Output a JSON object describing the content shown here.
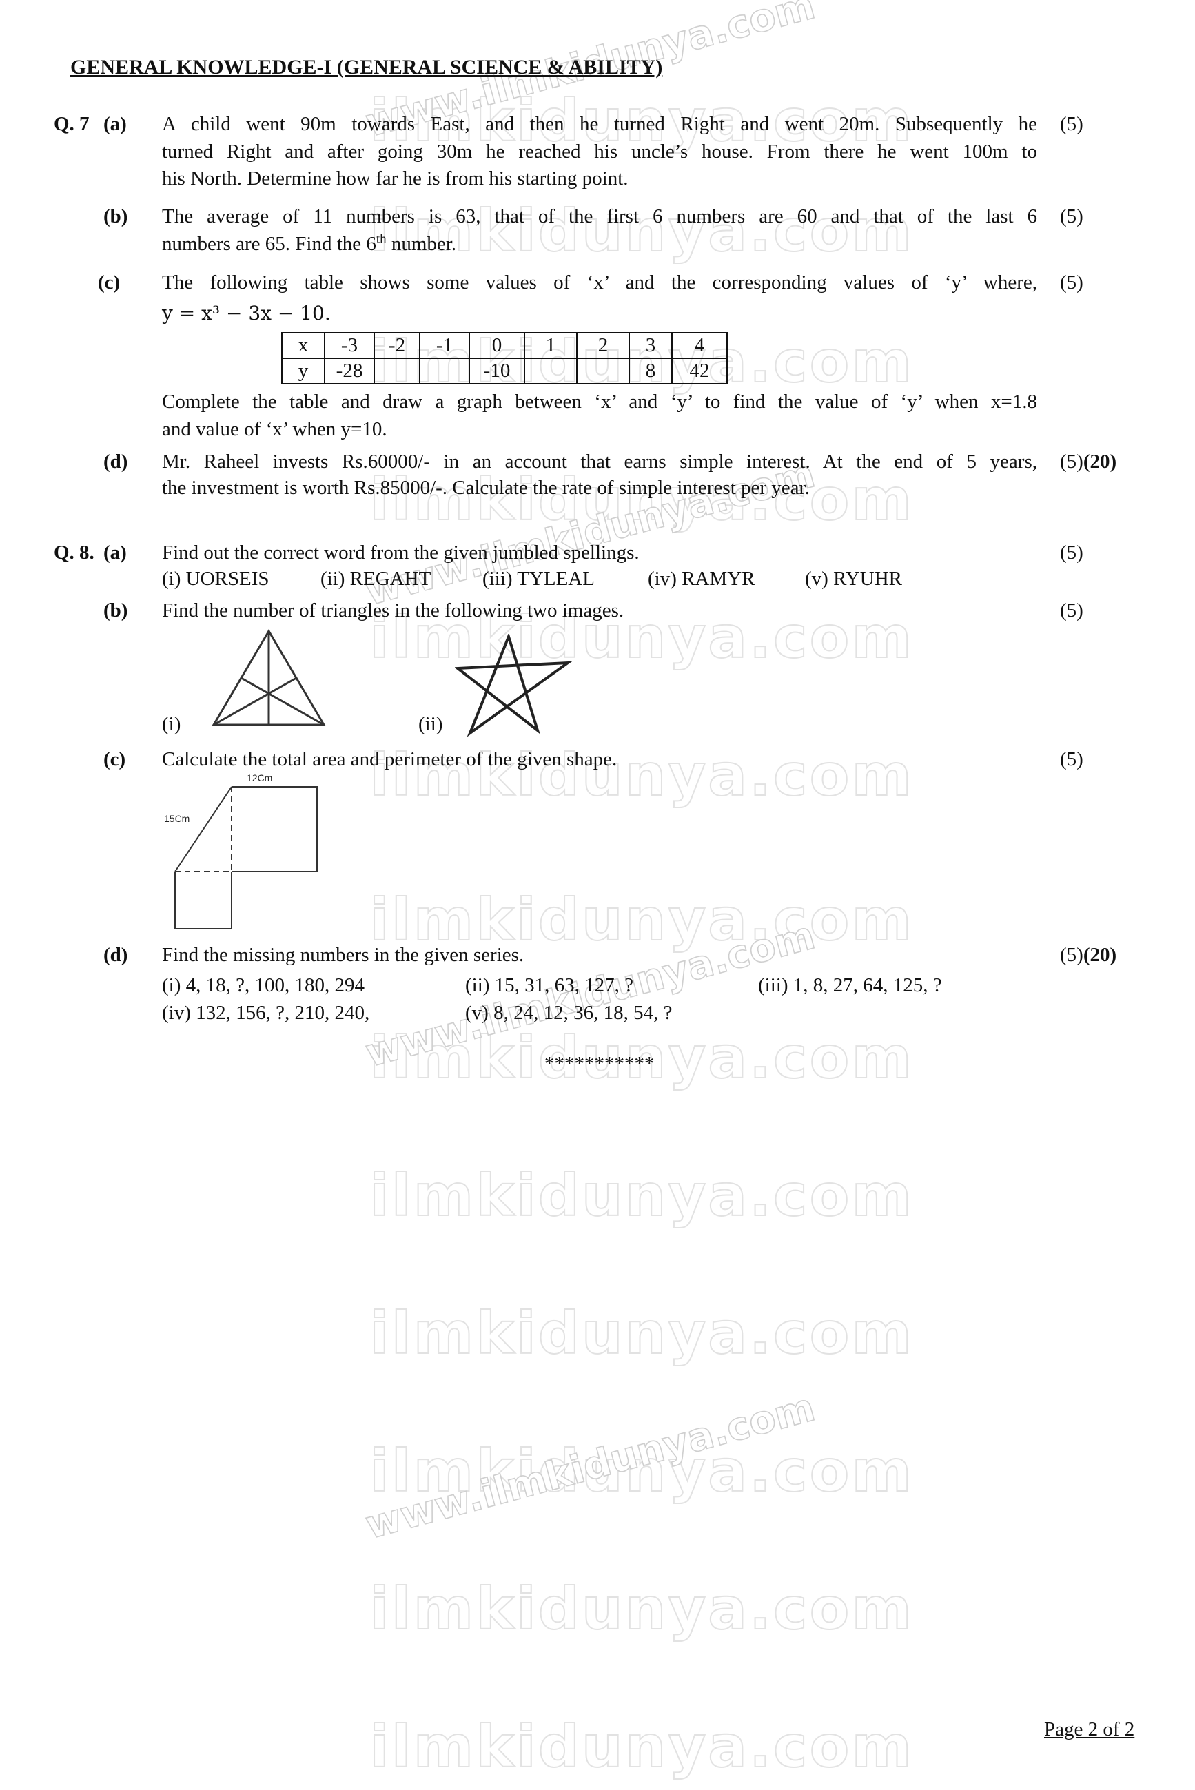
{
  "header": {
    "title": "GENERAL  KNOWLEDGE-I  (GENERAL  SCIENCE  & ABILITY)"
  },
  "watermark": {
    "main": "ilmkidunya.com",
    "url": "www.ilmkidunya.com"
  },
  "q7": {
    "label": "Q. 7",
    "a": {
      "label": "(a)",
      "line1": "A  child  went  90m  towards  East,  and  then  he  turned  Right  and  went  20m.  Subsequently  he",
      "line2": "turned  Right  and  after  going  30m  he  reached  his  uncle’s  house.  From  there  he  went  100m  to",
      "line3": "his  North.  Determine  how far he is from his starting  point.",
      "marks": "(5)"
    },
    "b": {
      "label": "(b)",
      "line1": "The  average  of  11  numbers  is  63,  that  of  the  first  6  numbers  are  60  and  that  of  the  last  6",
      "line2_pre": "numbers  are  65.  Find  the  6",
      "line2_sup": "th",
      "line2_post": " number.",
      "marks": "(5)"
    },
    "c": {
      "label": "(c)",
      "line1": "The  following  table  shows  some  values  of  ‘x’  and  the  corresponding  values  of  ‘y’  where,",
      "equation": "y = x³ − 3x − 10.",
      "marks": "(5)",
      "table": {
        "x_header": "x",
        "y_header": "y",
        "x": [
          "-3",
          "-2",
          "-1",
          "0",
          "1",
          "2",
          "3",
          "4"
        ],
        "y": [
          "-28",
          "",
          "",
          "-10",
          "",
          "",
          "8",
          "42"
        ]
      },
      "line2": "Complete  the  table  and  draw  a  graph  between  ‘x’  and  ‘y’  to  find  the  value  of  ‘y’  when  x=1.8",
      "line3": "and value  of  ‘x’  when  y=10."
    },
    "d": {
      "label": "(d)",
      "line1": "Mr.  Raheel  invests  Rs.60000/-  in  an  account  that  earns  simple  interest.  At  the  end  of  5  years,",
      "line2": "the  investment  is worth  Rs.85000/-.  Calculate  the rate of simple  interest  per year.",
      "marks_pre": "(5)",
      "marks_total": "(20)"
    }
  },
  "q8": {
    "label": "Q. 8.",
    "a": {
      "label": "(a)",
      "line1": "Find  out  the  correct  word  from  the  given  jumbled  spellings.",
      "options": [
        "(i) UORSEIS",
        "(ii)  REGAHT",
        "(iii)  TYLEAL",
        "(iv)  RAMYR",
        "(v)  RYUHR"
      ],
      "marks": "(5)"
    },
    "b": {
      "label": "(b)",
      "line1": "Find  the  number  of triangles  in  the following  two images.",
      "img1_label": "(i)",
      "img2_label": "(ii)",
      "marks": "(5)"
    },
    "c": {
      "label": "(c)",
      "line1": "Calculate  the  total area and perimeter  of the given  shape.",
      "dim_top": "12Cm",
      "dim_left": "15Cm",
      "marks": "(5)"
    },
    "d": {
      "label": "(d)",
      "line1": "Find  the  missing  numbers  in  the  given  series.",
      "series": [
        "(i)  4, 18, ?, 100, 180, 294",
        "(ii)  15, 31, 63, 127, ?",
        "(iii)  1, 8, 27, 64, 125, ?",
        "(iv)  132, 156, ?, 210, 240,",
        "(v)  8, 24, 12, 36, 18, 54, ?"
      ],
      "marks_pre": "(5)",
      "marks_total": "(20)"
    }
  },
  "end_marker": "***********",
  "footer": {
    "page": "Page 2 of 2"
  }
}
